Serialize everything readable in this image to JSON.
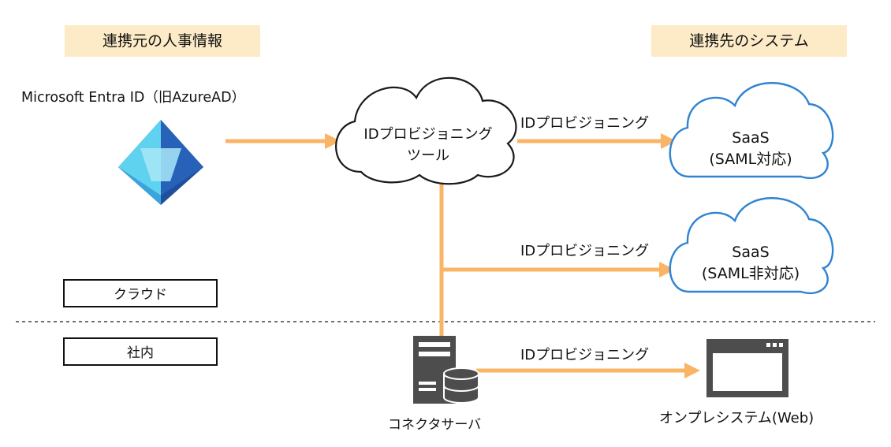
{
  "source": {
    "header": "連携元の人事情報",
    "name": "Microsoft Entra ID（旧AzureAD）",
    "logo_icon": "entra-id-diamond-logo"
  },
  "target": {
    "header": "連携先のシステム"
  },
  "zones": {
    "cloud": "クラウド",
    "onprem": "社内"
  },
  "tool": {
    "line1": "IDプロビジョニング",
    "line2": "ツール"
  },
  "flows": {
    "to_saas_saml": "IDプロビジョニング",
    "to_saas_non_saml": "IDプロビジョニング",
    "to_onprem": "IDプロビジョニング"
  },
  "saas_saml": {
    "line1": "SaaS",
    "line2": "(SAML対応)"
  },
  "saas_non_saml": {
    "line1": "SaaS",
    "line2": "(SAML非対応)"
  },
  "connector_server": {
    "label": "コネクタサーバ",
    "icon": "server-database-icon"
  },
  "onprem_system": {
    "label": "オンプレシステム(Web)",
    "icon": "browser-window-icon"
  },
  "colors": {
    "arrow": "#f9b466",
    "tool_cloud_stroke": "#1a1a1a",
    "saas_cloud_stroke": "#2f83d1",
    "header_bg": "#fdebc8",
    "entra_dark": "#1f4e9c",
    "entra_light": "#5fd2f0",
    "icon_gray": "#4d4d4d"
  }
}
